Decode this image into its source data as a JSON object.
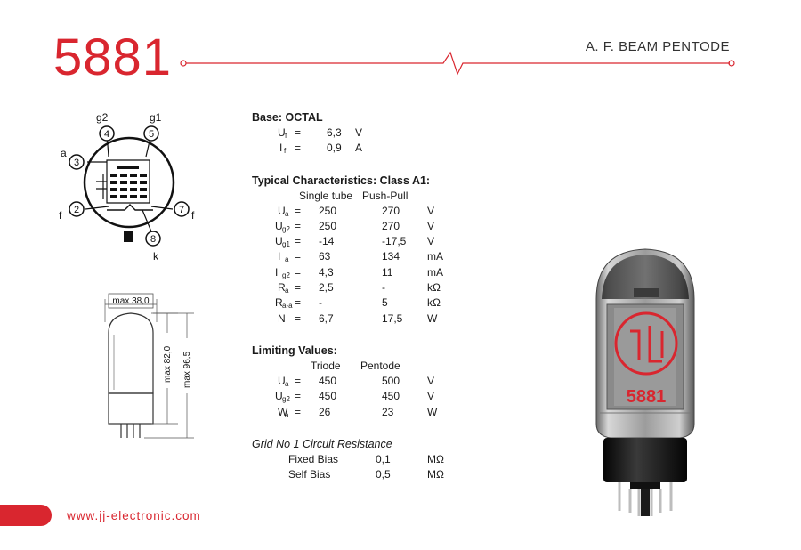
{
  "header": {
    "model": "5881",
    "type": "A. F. BEAM PENTODE"
  },
  "pinout": {
    "labels": [
      "g2",
      "g1",
      "a",
      "f",
      "f",
      "k"
    ],
    "pins": [
      "4",
      "5",
      "3",
      "2",
      "7",
      "8"
    ]
  },
  "dimensions": {
    "width": "max 38,0",
    "body_height": "max 82,0",
    "total_height": "max 96,5"
  },
  "base": {
    "heading": "Base: OCTAL",
    "rows": [
      {
        "sym": "U",
        "sub": "f",
        "eq": "=",
        "val": "6,3",
        "unit": "V"
      },
      {
        "sym": "I",
        "sub": "f",
        "eq": "=",
        "val": "0,9",
        "unit": "A"
      }
    ]
  },
  "typical": {
    "heading": "Typical Characteristics: Class A1:",
    "col1": "Single tube",
    "col2": "Push-Pull",
    "rows": [
      {
        "sym": "U",
        "sub": "a",
        "eq": "=",
        "v1": "250",
        "v2": "270",
        "unit": "V"
      },
      {
        "sym": "U",
        "sub": "g2",
        "eq": "=",
        "v1": "250",
        "v2": "270",
        "unit": "V"
      },
      {
        "sym": "U",
        "sub": "g1",
        "eq": "=",
        "v1": "-14",
        "v2": "-17,5",
        "unit": "V"
      },
      {
        "sym": "I",
        "sub": "a",
        "eq": "=",
        "v1": "63",
        "v2": "134",
        "unit": "mA"
      },
      {
        "sym": "I",
        "sub": "g2",
        "eq": "=",
        "v1": "4,3",
        "v2": "11",
        "unit": "mA"
      },
      {
        "sym": "R",
        "sub": "a",
        "eq": "=",
        "v1": "2,5",
        "v2": "-",
        "unit": "kΩ"
      },
      {
        "sym": "R",
        "sub": "a-a",
        "eq": "=",
        "v1": "-",
        "v2": "5",
        "unit": "kΩ"
      },
      {
        "sym": "N",
        "sub": "",
        "eq": "=",
        "v1": "6,7",
        "v2": "17,5",
        "unit": "W"
      }
    ]
  },
  "limiting": {
    "heading": "Limiting Values:",
    "col1": "Triode",
    "col2": "Pentode",
    "rows": [
      {
        "sym": "U",
        "sub": "a",
        "eq": "=",
        "v1": "450",
        "v2": "500",
        "unit": "V"
      },
      {
        "sym": "U",
        "sub": "g2",
        "eq": "=",
        "v1": "450",
        "v2": "450",
        "unit": "V"
      },
      {
        "sym": "W",
        "sub": "a",
        "eq": "=",
        "v1": "26",
        "v2": "23",
        "unit": "W"
      }
    ]
  },
  "grid": {
    "heading": "Grid No 1 Circuit Resistance",
    "rows": [
      {
        "label": "Fixed Bias",
        "val": "0,1",
        "unit": "MΩ"
      },
      {
        "label": "Self Bias",
        "val": "0,5",
        "unit": "MΩ"
      }
    ]
  },
  "photo": {
    "tube_marking": "5881"
  },
  "footer": {
    "url": "www.jj-electronic.com"
  },
  "colors": {
    "brand_red": "#d9262f"
  }
}
